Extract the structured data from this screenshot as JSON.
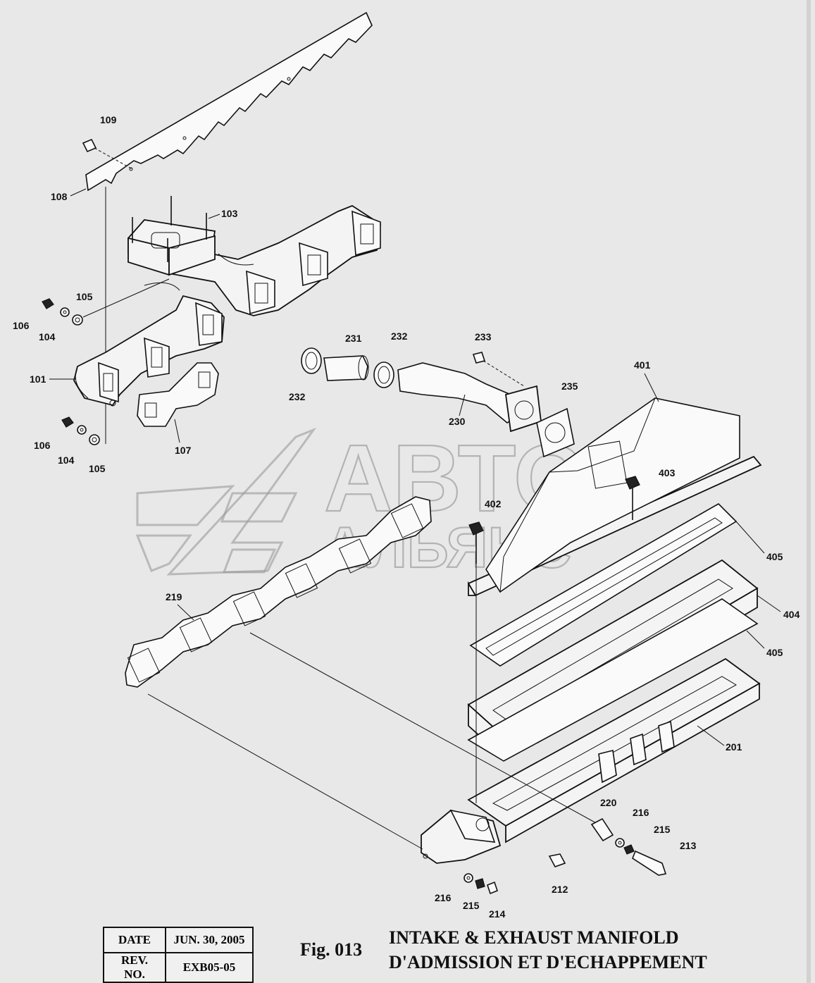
{
  "callouts": {
    "c109": "109",
    "c108": "108",
    "c103": "103",
    "c105a": "105",
    "c106a": "106",
    "c104a": "104",
    "c101": "101",
    "c106b": "106",
    "c104b": "104",
    "c105b": "105",
    "c107": "107",
    "c231": "231",
    "c232a": "232",
    "c232b": "232",
    "c233": "233",
    "c230": "230",
    "c235": "235",
    "c401": "401",
    "c403": "403",
    "c402": "402",
    "c405a": "405",
    "c404": "404",
    "c405b": "405",
    "c219": "219",
    "c201": "201",
    "c220": "220",
    "c216a": "216",
    "c215a": "215",
    "c213": "213",
    "c212": "212",
    "c216b": "216",
    "c215b": "215",
    "c214": "214"
  },
  "watermark": {
    "line1": "АВТО",
    "line2": "АЛЬЯНС"
  },
  "title_block": {
    "date_label": "DATE",
    "date_value": "JUN. 30, 2005",
    "rev_label": "REV. NO.",
    "rev_value": "EXB05-05"
  },
  "figure": {
    "number": "Fig. 013",
    "title_en": "INTAKE & EXHAUST MANIFOLD",
    "title_fr": "D'ADMISSION ET D'ECHAPPEMENT"
  }
}
